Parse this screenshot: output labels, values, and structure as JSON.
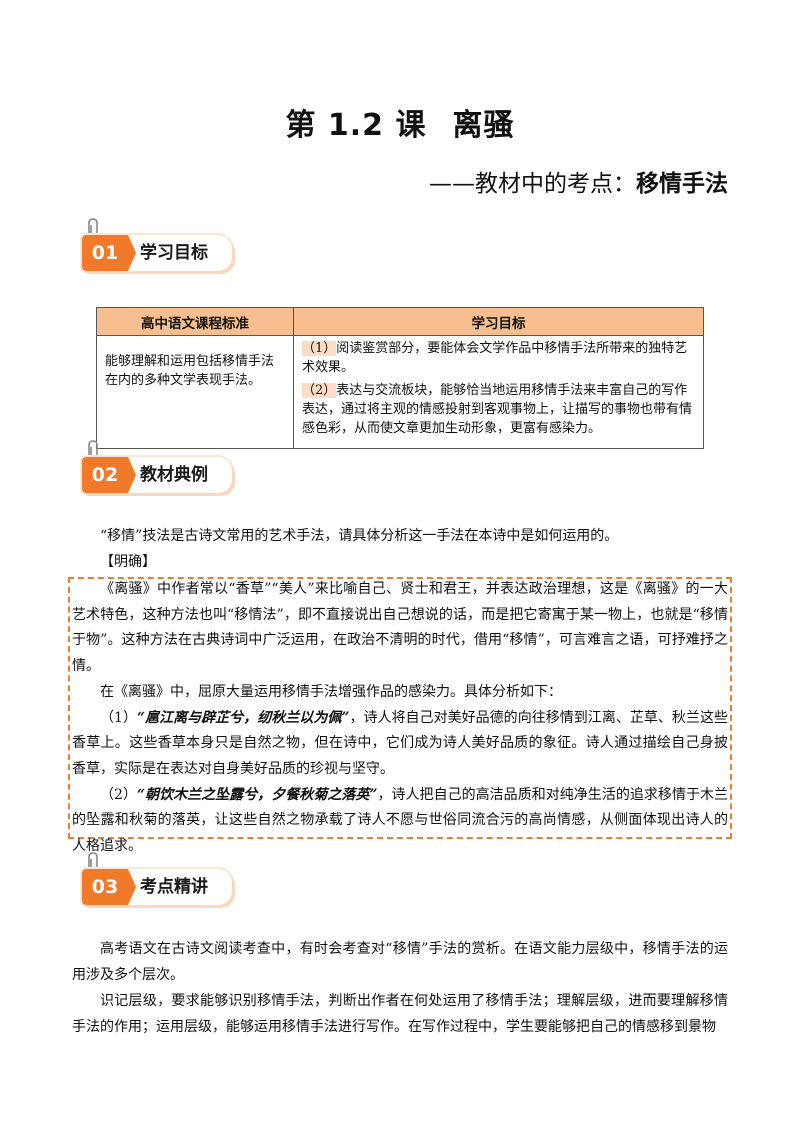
{
  "header": {
    "lesson": "第 1.2 课",
    "title": "离骚",
    "subtitle_prefix": "——教材中的考点：",
    "subtitle_keyword": "移情手法"
  },
  "sections": [
    {
      "number": "01",
      "title": "学习目标"
    },
    {
      "number": "02",
      "title": "教材典例"
    },
    {
      "number": "03",
      "title": "考点精讲"
    }
  ],
  "standards_table": {
    "headers": [
      "高中语文课程标准",
      "学习目标"
    ],
    "standard": "能够理解和运用包括移情手法在内的多种文学表现手法。",
    "goals": [
      {
        "num": "（1）",
        "text": "阅读鉴赏部分，要能体会文学作品中移情手法所带来的独特艺术效果。"
      },
      {
        "num": "（2）",
        "text": "表达与交流板块，能够恰当地运用移情手法来丰富自己的写作表达，通过将主观的情感投射到客观事物上，让描写的事物也带有情感色彩，从而使文章更加生动形象，更富有感染力。"
      }
    ]
  },
  "example": {
    "question": "“移情”技法是古诗文常用的艺术手法，请具体分析这一手法在本诗中是如何运用的。",
    "answer_label": "【明确】",
    "p1": "《离骚》中作者常以“香草”“美人”来比喻自己、贤士和君王，并表达政治理想，这是《离骚》的一大艺术特色，这种方法也叫“移情法”，即不直接说出自己想说的话，而是把它寄寓于某一物上，也就是“移情于物”。这种方法在古典诗词中广泛运用，在政治不清明的时代，借用“移情”，可言难言之语，可抒难抒之情。",
    "p2": "在《离骚》中，屈原大量运用移情手法增强作品的感染力。具体分析如下：",
    "p3_num": "（1）",
    "p3_poem": "“扈江离与辟芷兮，纫秋兰以为佩”",
    "p3_text": "，诗人将自己对美好品德的向往移情到江离、芷草、秋兰这些香草上。这些香草本身只是自然之物，但在诗中，它们成为诗人美好品质的象征。诗人通过描绘自己身披香草，实际是在表达对自身美好品质的珍视与坚守。",
    "p4_num": "（2）",
    "p4_poem": "“朝饮木兰之坠露兮，夕餐秋菊之落英”",
    "p4_text": "，诗人把自己的高洁品质和对纯净生活的追求移情于木兰的坠露和秋菊的落英，让这些自然之物承载了诗人不愿与世俗同流合污的高尚情感，从侧面体现出诗人的人格追求。"
  },
  "exam_points": {
    "p1": "高考语文在古诗文阅读考查中，有时会考查对“移情”手法的赏析。在语文能力层级中，移情手法的运用涉及多个层次。",
    "p2": "识记层级，要求能够识别移情手法，判断出作者在何处运用了移情手法；理解层级，进而要理解移情手法的作用；运用层级，能够运用移情手法进行写作。在写作过程中，学生要能够把自己的情感移到景物"
  },
  "colors": {
    "accent": "#f07a2a",
    "table_header": "#f7be8f",
    "highlight": "#fbdcc4"
  }
}
